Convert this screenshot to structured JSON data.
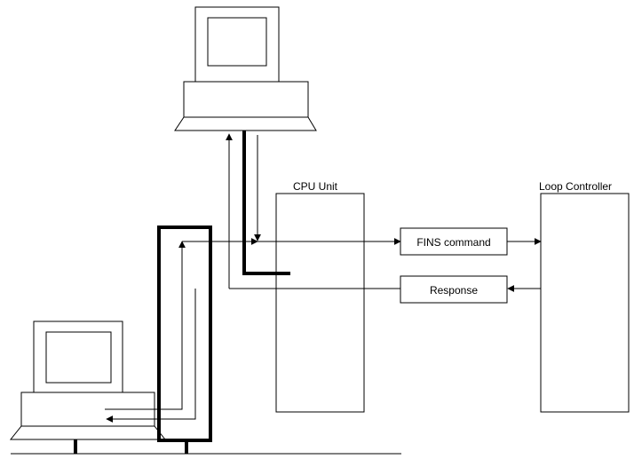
{
  "labels": {
    "cpu_unit": "CPU Unit",
    "loop_controller": "Loop Controller",
    "fins_command": "FINS command",
    "response": "Response"
  },
  "icons": {
    "top_computer": "desktop-computer-icon",
    "bottom_computer": "desktop-computer-icon"
  }
}
